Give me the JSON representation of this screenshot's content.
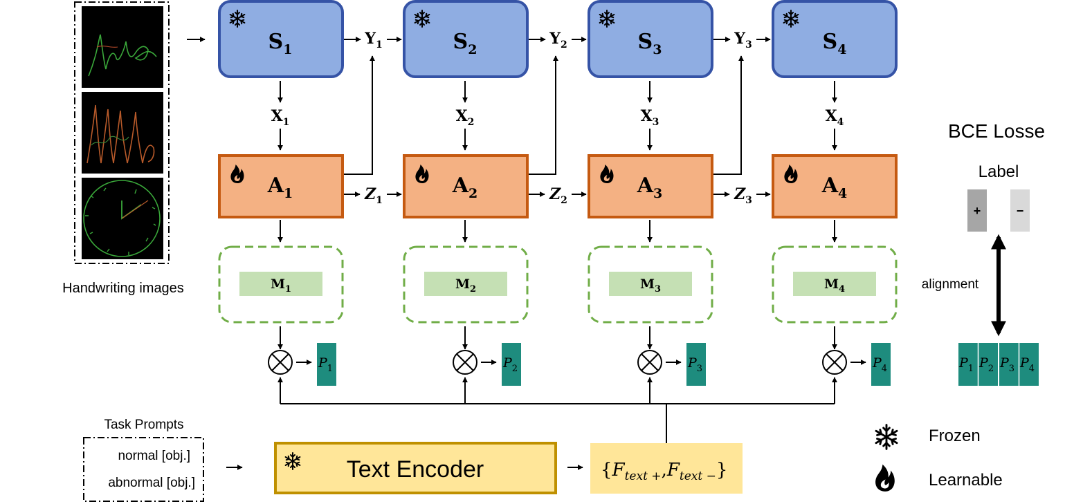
{
  "colors": {
    "stage_fill": "#8fade2",
    "stage_stroke": "#3553a6",
    "adapter_fill": "#f4b183",
    "adapter_stroke": "#c55a11",
    "memory_dash": "#70ad47",
    "memory_fill": "#c5e0b4",
    "prompt_fill": "#1e8c7e",
    "encoder_fill": "#ffe699",
    "encoder_stroke": "#bf9000",
    "positive_label": "#a6a6a6",
    "negative_label": "#d9d9d9"
  },
  "icons": {
    "frozen": "snowflake-icon",
    "learnable": "flame-icon",
    "multiply": "circled-times-icon"
  },
  "input": {
    "caption": "Handwriting images"
  },
  "stages": [
    {
      "s": "S",
      "a": "A",
      "m": "M",
      "x": "X",
      "y": "Y",
      "z": "Z",
      "p": "P",
      "sub": "1"
    },
    {
      "s": "S",
      "a": "A",
      "m": "M",
      "x": "X",
      "y": "Y",
      "z": "Z",
      "p": "P",
      "sub": "2"
    },
    {
      "s": "S",
      "a": "A",
      "m": "M",
      "x": "X",
      "y": "Y",
      "z": "Z",
      "p": "P",
      "sub": "3"
    },
    {
      "s": "S",
      "a": "A",
      "m": "M",
      "x": "X",
      "sub": "4",
      "p": "P"
    }
  ],
  "task_prompts": {
    "title": "Task Prompts",
    "lines": [
      "normal [obj.]",
      "abnormal [obj.]"
    ]
  },
  "text_encoder": {
    "label": "Text Encoder"
  },
  "text_features": {
    "open": "{",
    "f": "F",
    "sub1": "text +",
    "comma": ",",
    "sub2": "text −",
    "close": "}"
  },
  "loss": {
    "title": "BCE Losse",
    "label_title": "Label",
    "positive": "+",
    "negative": "−",
    "alignment": "alignment"
  },
  "legend": [
    {
      "icon": "snowflake-icon",
      "label": "Frozen"
    },
    {
      "icon": "flame-icon",
      "label": "Learnable"
    }
  ]
}
